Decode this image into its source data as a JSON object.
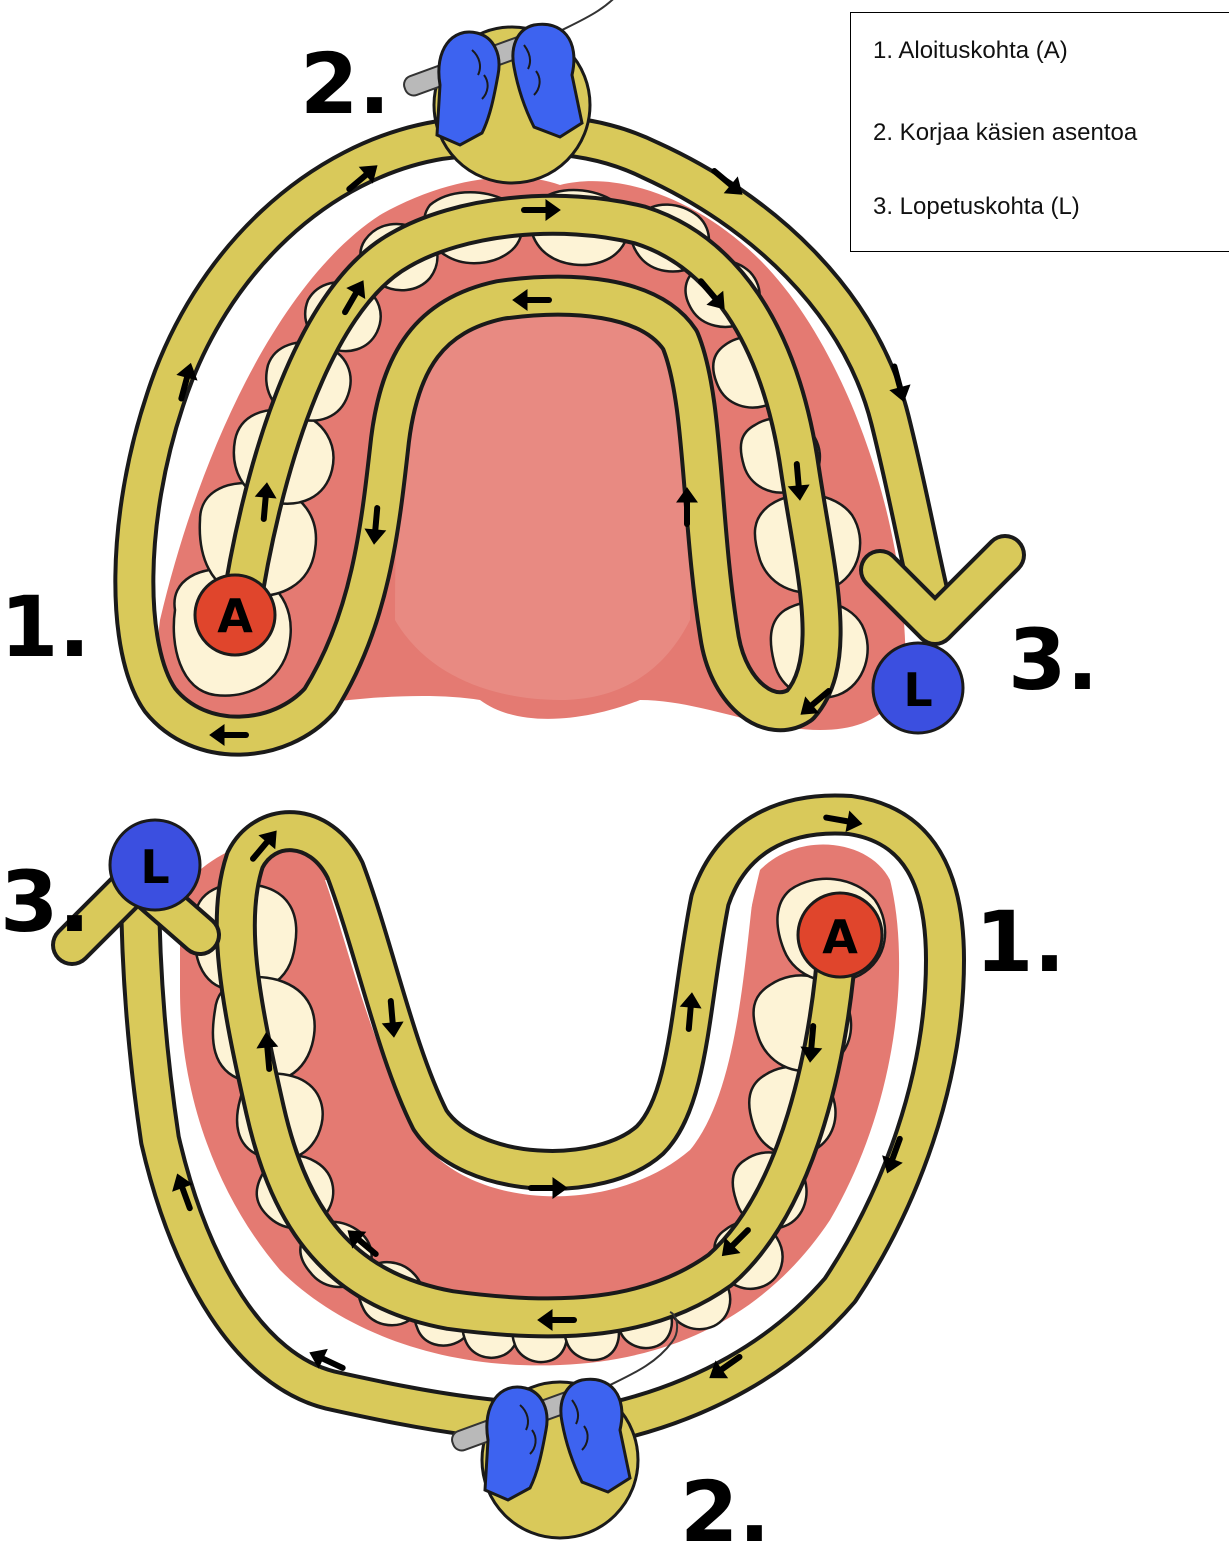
{
  "legend": {
    "item1": "1. Aloituskohta (A)",
    "item2": "2. Korjaa käsien asentoa",
    "item3": "3. Lopetuskohta (L)"
  },
  "upper_jaw": {
    "step1": "1.",
    "step2": "2.",
    "step3": "3.",
    "start_badge": "A",
    "end_badge": "L"
  },
  "lower_jaw": {
    "step1": "1.",
    "step2": "2.",
    "step3": "3.",
    "start_badge": "A",
    "end_badge": "L"
  },
  "colors": {
    "path_fill": "#d9c95a",
    "path_outline": "#1a1a1a",
    "gum": "#e47a72",
    "tooth": "#fdf3d6",
    "start_badge": "#e0452c",
    "end_badge": "#3b4fe0",
    "glove": "#3d63f0",
    "background": "#ffffff"
  },
  "icons": [
    "start-badge-icon",
    "end-badge-icon",
    "gloved-hands-scaler-icon",
    "direction-arrow-icon"
  ]
}
